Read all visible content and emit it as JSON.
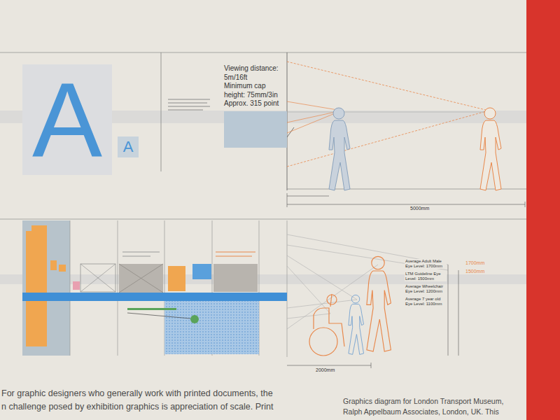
{
  "diagram": {
    "caption": "Graphics diagram for London Transport Museum, Ralph Appelbaum Associates, London, UK. This",
    "nodes": [
      {
        "text": [
          "A"
        ]
      },
      {
        "text": [
          "A"
        ]
      },
      {
        "text": [
          "Viewing distance: 5m/16ft",
          "Minimum cap height: 75mm/3in",
          "Approx. 315 point"
        ]
      }
    ],
    "labels": [
      "Average Adult Male Eye Level: 1700mm",
      "LTM Guideline Eye Level: 1500mm",
      "Average Wheelchair Eye Level: 1200mm",
      "Average 7 year old Eye Level: 1100mm",
      "1700mm",
      "1500mm",
      "5000mm",
      "2000mm",
      "For graphic designers who generally work with printed documents, the",
      "n challenge posed by exhibition graphics is appreciation of scale. Print"
    ]
  }
}
